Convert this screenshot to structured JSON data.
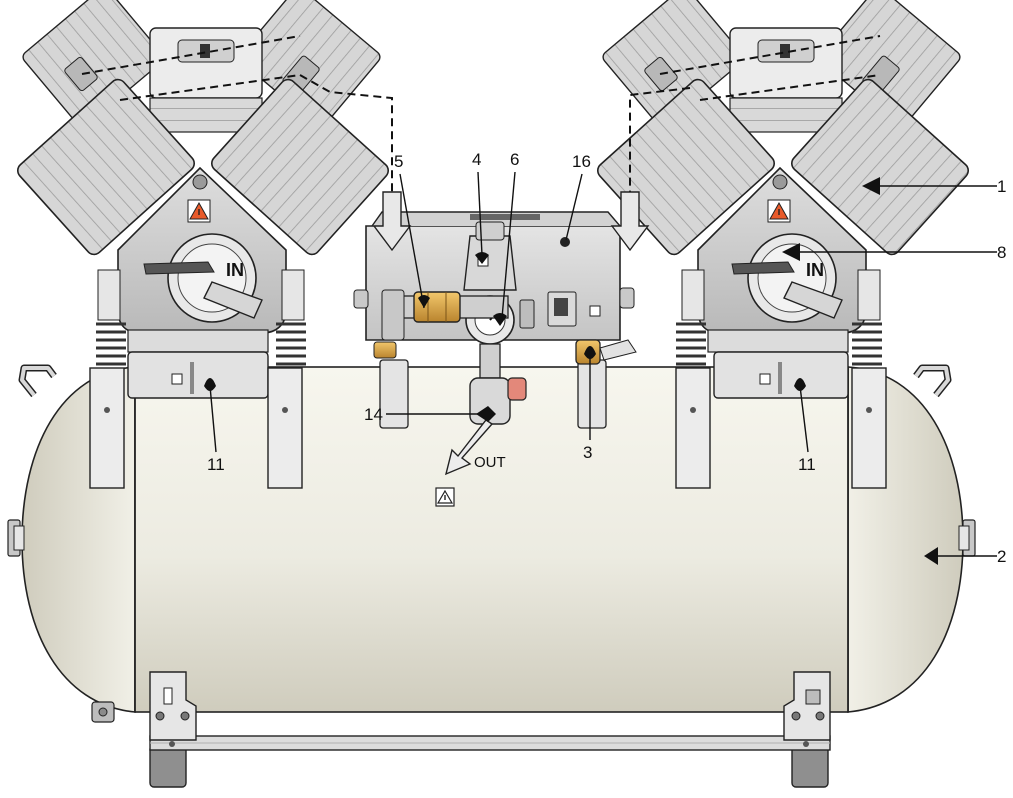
{
  "labels": {
    "callout_1": "1",
    "callout_2": "2",
    "callout_3": "3",
    "callout_4": "4",
    "callout_5": "5",
    "callout_6": "6",
    "callout_8": "8",
    "callout_11_left": "11",
    "callout_11_right": "11",
    "callout_14": "14",
    "callout_16": "16",
    "in_left": "IN",
    "in_right": "IN",
    "outlet": "OUT"
  },
  "colors": {
    "tank": "#ecebe1",
    "tank_shadow": "#d3d1c3",
    "metal": "#d9d9d9",
    "metal_dark": "#9a9a9a",
    "brass": "#d8a548",
    "valve_red": "#e3887a",
    "warning": "#e85a2a",
    "line": "#111111"
  },
  "icons": [
    "warning-triangle-icon",
    "callout-pointer-icon",
    "arrow-down-icon",
    "outlet-arrow-icon"
  ]
}
